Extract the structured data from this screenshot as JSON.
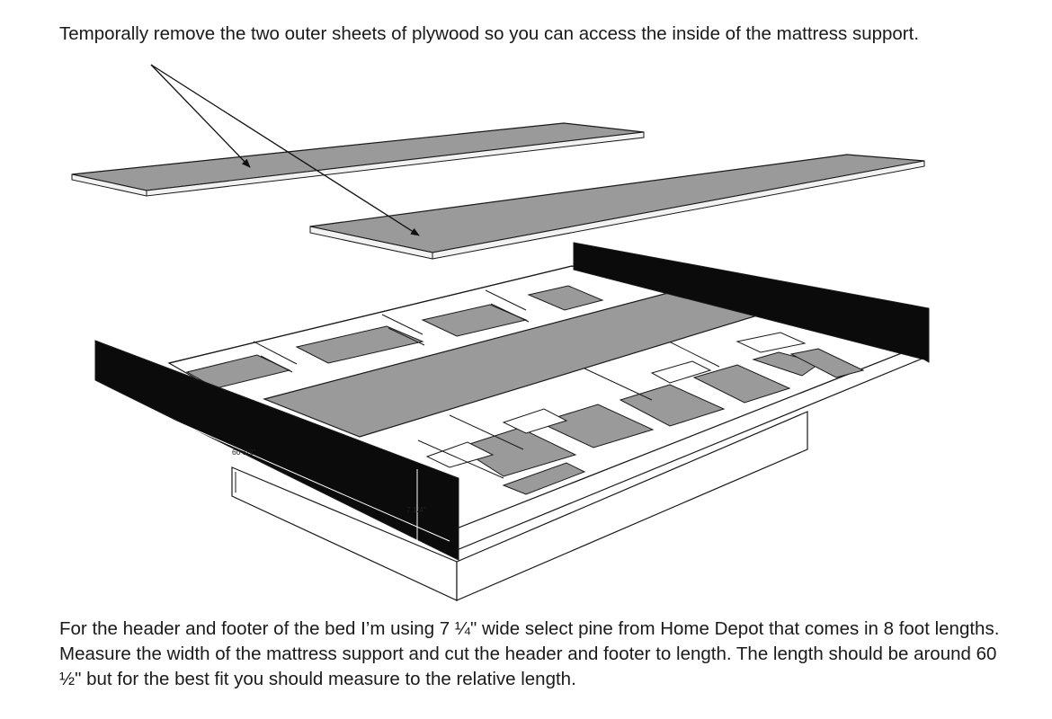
{
  "instructions": {
    "top": "Temporally remove the two outer sheets of plywood so you can access the inside of the mattress support.",
    "bottom": "For the header and footer of the bed I’m using 7 ¼\" wide select pine from Home Depot that comes in 8 foot lengths. Measure the width of the mattress support and cut the header and footer to length. The length should be around 60 ½\" but for the best fit you should measure to the relative length."
  },
  "dimensions": {
    "length": "60 1/2\"",
    "width": "7 1/4\""
  },
  "colors": {
    "plywood": "#9a9a9a",
    "plywood_edge": "#f2f2f2",
    "frame": "#ffffff",
    "board": "#0b0b0b",
    "line": "#1a1a1a"
  }
}
